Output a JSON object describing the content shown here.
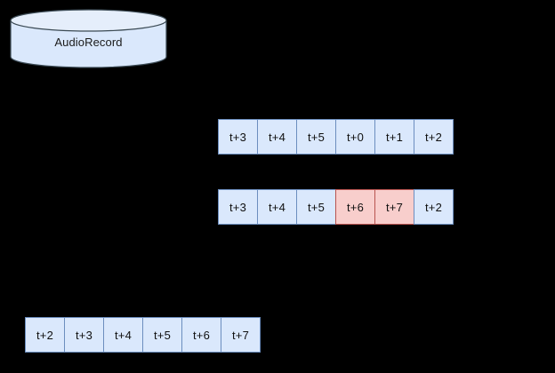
{
  "diagram": {
    "background_color": "#000000",
    "datastore": {
      "label": "AudioRecord",
      "shape": "cylinder",
      "fill_color": "#dae8fc",
      "stroke_color": "#3b4a54"
    },
    "palette": {
      "blue_fill": "#dae8fc",
      "blue_stroke": "#6c8ebf",
      "pink_fill": "#f8cecc",
      "pink_stroke": "#b85450"
    },
    "rows": [
      {
        "name": "ring-buffer-current",
        "cells": [
          {
            "label": "t+3",
            "color": "blue"
          },
          {
            "label": "t+4",
            "color": "blue"
          },
          {
            "label": "t+5",
            "color": "blue"
          },
          {
            "label": "t+0",
            "color": "blue"
          },
          {
            "label": "t+1",
            "color": "blue"
          },
          {
            "label": "t+2",
            "color": "blue"
          }
        ]
      },
      {
        "name": "ring-buffer-overwritten",
        "cells": [
          {
            "label": "t+3",
            "color": "blue"
          },
          {
            "label": "t+4",
            "color": "blue"
          },
          {
            "label": "t+5",
            "color": "blue"
          },
          {
            "label": "t+6",
            "color": "pink"
          },
          {
            "label": "t+7",
            "color": "pink"
          },
          {
            "label": "t+2",
            "color": "blue"
          }
        ]
      },
      {
        "name": "ordered-buffer",
        "cells": [
          {
            "label": "t+2",
            "color": "blue"
          },
          {
            "label": "t+3",
            "color": "blue"
          },
          {
            "label": "t+4",
            "color": "blue"
          },
          {
            "label": "t+5",
            "color": "blue"
          },
          {
            "label": "t+6",
            "color": "blue"
          },
          {
            "label": "t+7",
            "color": "blue"
          }
        ]
      }
    ]
  }
}
